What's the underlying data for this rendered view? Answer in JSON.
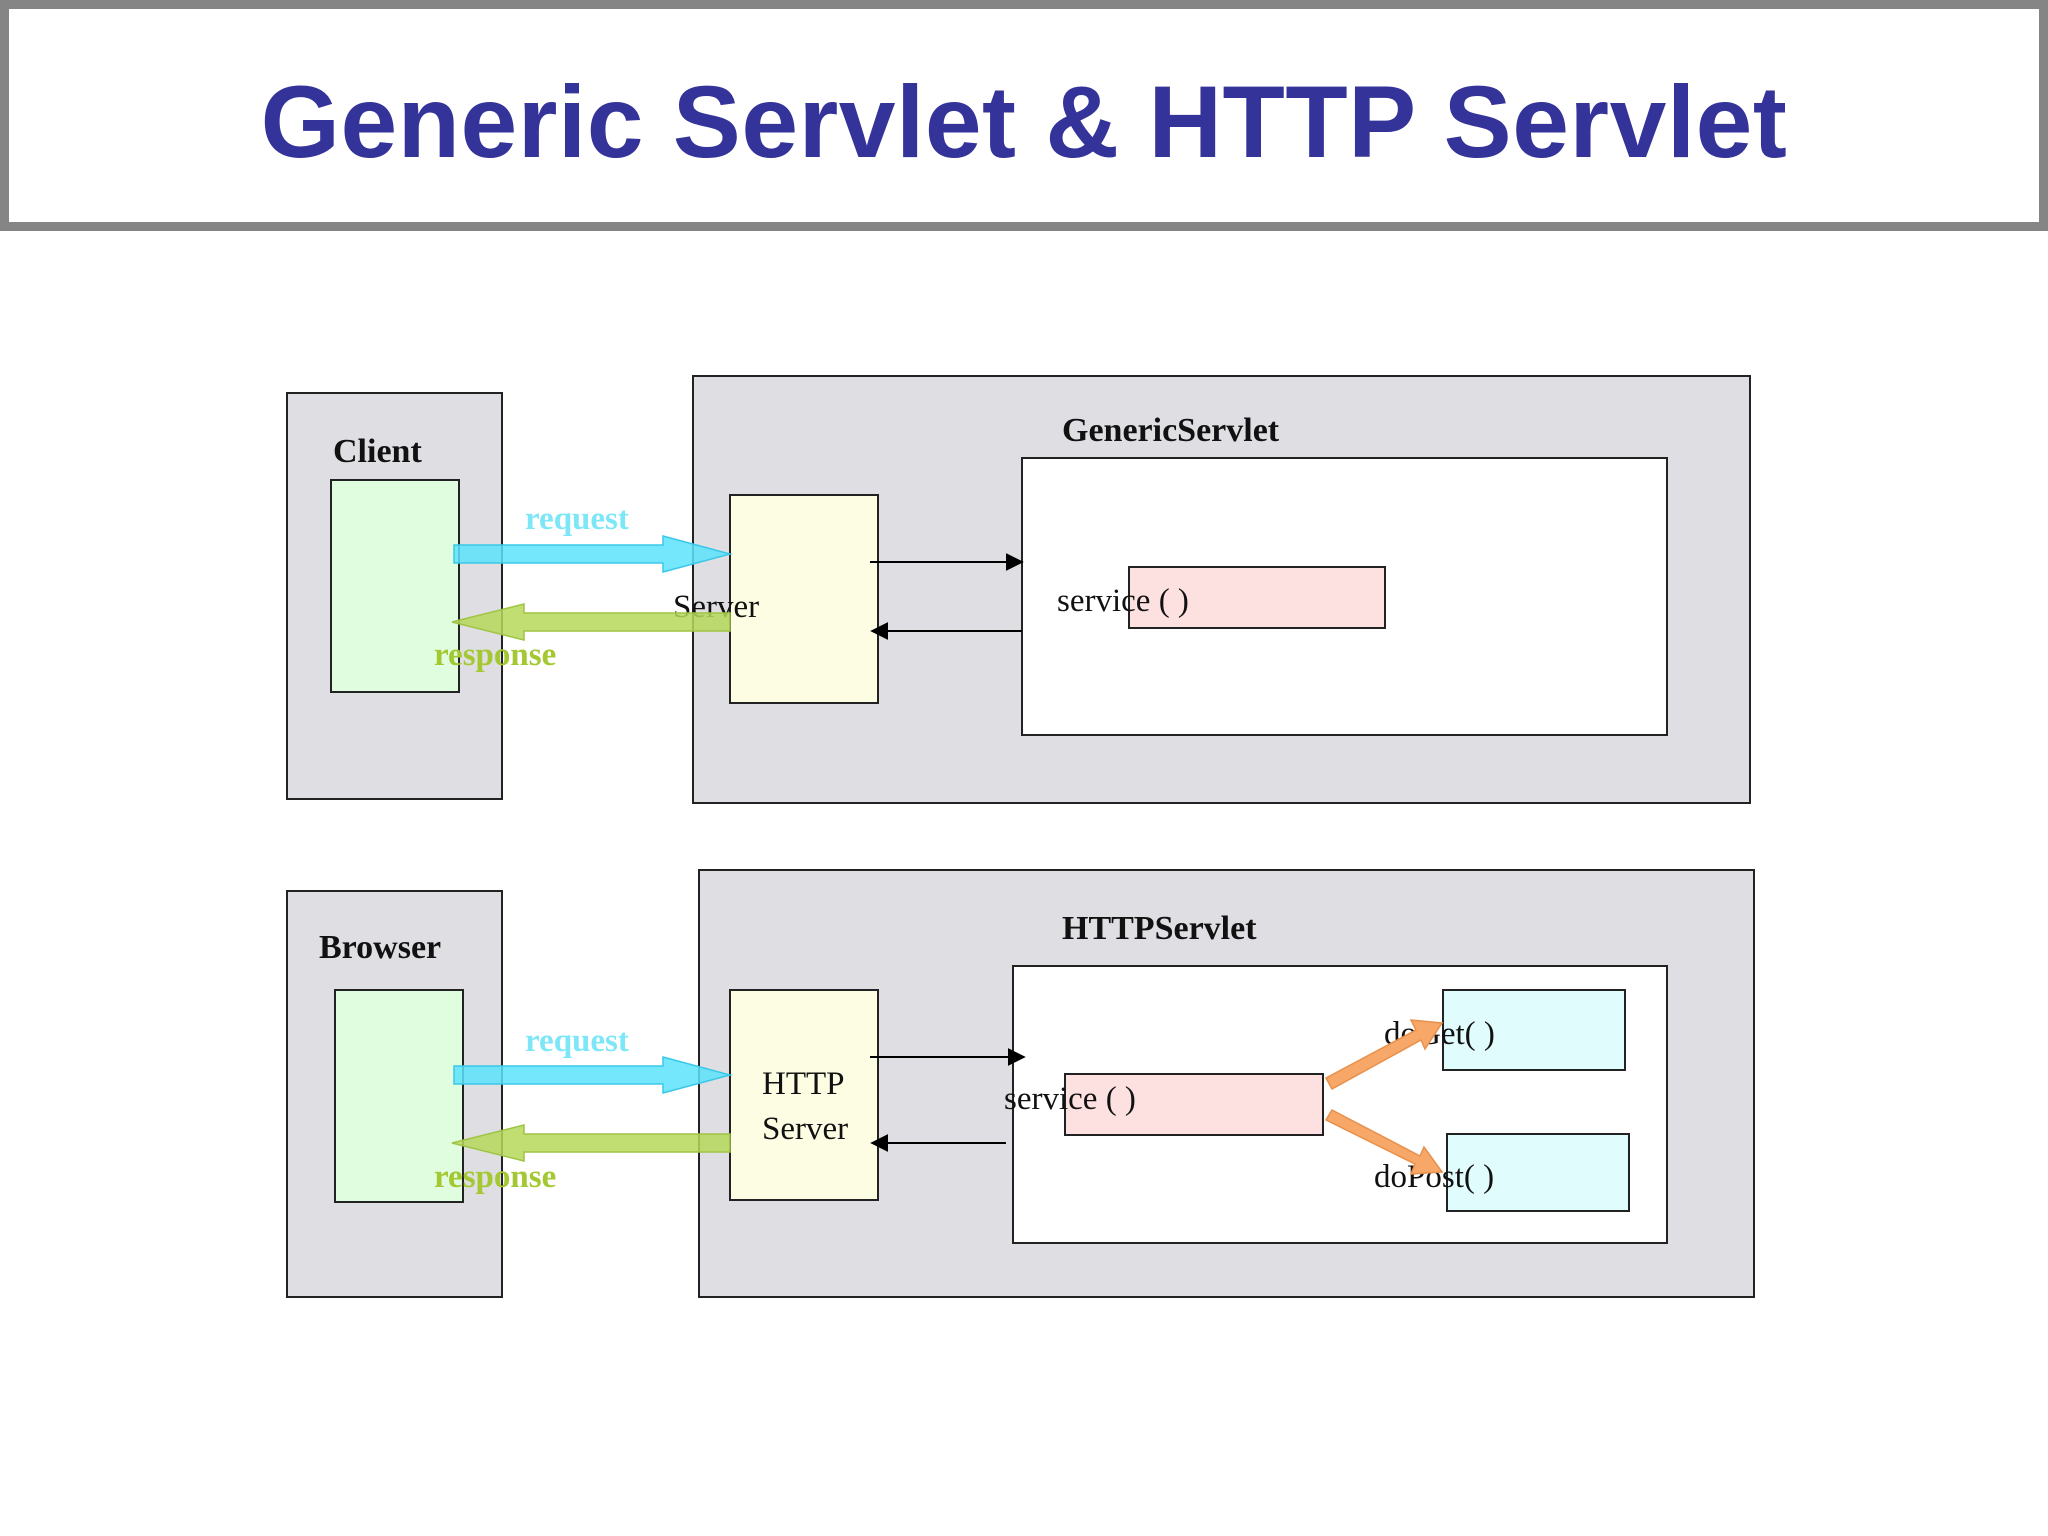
{
  "title": "Generic Servlet & HTTP Servlet",
  "top": {
    "client_label": "Client",
    "request_label": "request",
    "response_label": "response",
    "server_label": "Server",
    "container_label": "GenericServlet",
    "service_label": "service ( )"
  },
  "bottom": {
    "client_label": "Browser",
    "request_label": "request",
    "response_label": "response",
    "server_label_line1": "HTTP",
    "server_label_line2": "Server",
    "container_label": "HTTPServlet",
    "service_label": "service ( )",
    "doget_label": "doGet( )",
    "dopost_label": "doPost( )"
  },
  "colors": {
    "title": "#333399",
    "panel_fill": "#dfdfe3",
    "client_inner_fill": "#e0fde0",
    "server_fill": "#fdfde4",
    "service_fill": "#fde1e1",
    "method_fill": "#e0fcfd",
    "request_arrow": "#5ce3fb",
    "response_arrow": "#b6d85a",
    "method_arrow": "#f7a869"
  }
}
